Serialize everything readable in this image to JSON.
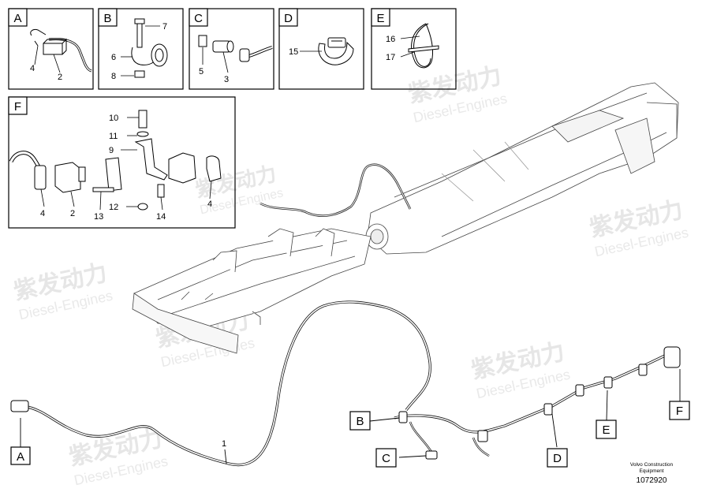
{
  "detail_boxes": [
    {
      "letter": "A",
      "parts": [
        "4",
        "2"
      ]
    },
    {
      "letter": "B",
      "parts": [
        "7",
        "6",
        "8"
      ]
    },
    {
      "letter": "C",
      "parts": [
        "5",
        "3"
      ]
    },
    {
      "letter": "D",
      "parts": [
        "15"
      ]
    },
    {
      "letter": "E",
      "parts": [
        "16",
        "17"
      ]
    },
    {
      "letter": "F",
      "parts": [
        "10",
        "11",
        "9",
        "4",
        "2",
        "13",
        "12",
        "14",
        "4"
      ]
    }
  ],
  "callouts": [
    "A",
    "B",
    "C",
    "D",
    "E",
    "F"
  ],
  "main_part": "1",
  "footer": {
    "line1": "Volvo Construction",
    "line2": "Equipment",
    "number": "1072920"
  },
  "watermark": {
    "brand": "紫发动力",
    "sub": "Diesel-Engines"
  }
}
